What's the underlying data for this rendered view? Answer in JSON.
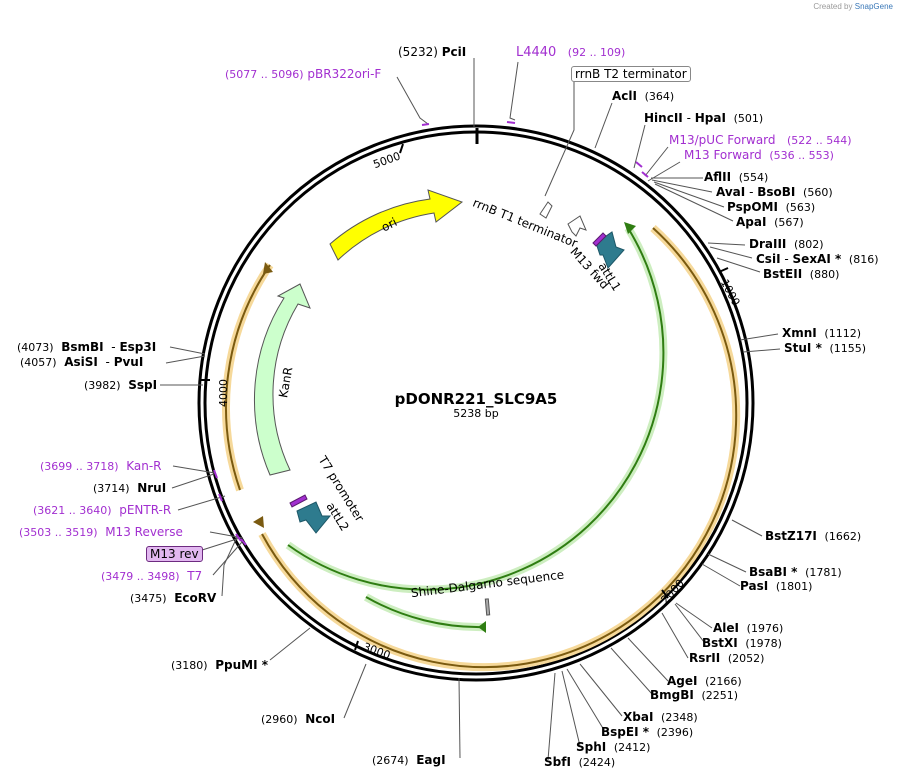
{
  "credit": {
    "prefix": "Created by",
    "brand": "SnapGene"
  },
  "plasmid": {
    "name": "pDONR221_SLC9A5",
    "size": "5238 bp",
    "length_bp": 5238
  },
  "ticks": [
    "1000",
    "2000",
    "3000",
    "4000",
    "5000"
  ],
  "colors": {
    "feature_purple": "#a22fd0",
    "ori_yellow": "#ffff00",
    "kanr_green": "#ccffcc",
    "attl_teal": "#2e7b8e",
    "orange_band": "#f5d08a",
    "green_band": "#6fbf3a"
  },
  "features": [
    {
      "name": "ori",
      "kind": "arrow",
      "color": "#ffff00"
    },
    {
      "name": "KanR",
      "kind": "arrow",
      "color": "#ccffcc"
    },
    {
      "name": "attL1",
      "kind": "arrow",
      "color": "#2e7b8e"
    },
    {
      "name": "attL2",
      "kind": "arrow",
      "color": "#2e7b8e"
    },
    {
      "name": "rrnB T1 terminator",
      "kind": "terminator"
    },
    {
      "name": "rrnB T2 terminator",
      "kind": "terminator"
    },
    {
      "name": "M13 fwd",
      "kind": "primer"
    },
    {
      "name": "T7 promoter",
      "kind": "promoter"
    },
    {
      "name": "Shine-Dalgarno sequence",
      "kind": "rbs"
    }
  ],
  "labels": {
    "pcil": {
      "pos": "(5232)",
      "name": "PciI"
    },
    "l4440": {
      "name": "L4440",
      "pos": "(92 .. 109)"
    },
    "pbr322": {
      "pos": "(5077 .. 5096)",
      "name": "pBR322ori-F"
    },
    "rrnb_t2": {
      "name": "rrnB T2 terminator"
    },
    "acli": {
      "name": "AclI",
      "pos": "(364)"
    },
    "hincii": {
      "name": "HincII",
      "sep": "-",
      "name2": "HpaI",
      "pos": "(501)"
    },
    "m13puc": {
      "name": "M13/pUC Forward",
      "pos": "(522 .. 544)"
    },
    "m13fwd": {
      "name": "M13 Forward",
      "pos": "(536 .. 553)"
    },
    "aflii": {
      "name": "AflII",
      "pos": "(554)"
    },
    "avai": {
      "name": "AvaI",
      "sep": "-",
      "name2": "BsoBI",
      "pos": "(560)"
    },
    "pspomi": {
      "name": "PspOMI",
      "pos": "(563)"
    },
    "apai": {
      "name": "ApaI",
      "pos": "(567)"
    },
    "draiii": {
      "name": "DraIII",
      "pos": "(802)"
    },
    "csii": {
      "name": "CsiI",
      "sep": "-",
      "name2": "SexAI *",
      "pos": "(816)"
    },
    "bsteii": {
      "name": "BstEII",
      "pos": "(880)"
    },
    "xmni": {
      "name": "XmnI",
      "pos": "(1112)"
    },
    "stui": {
      "name": "StuI *",
      "pos": "(1155)"
    },
    "bstz17i": {
      "name": "BstZ17I",
      "pos": "(1662)"
    },
    "bsabi": {
      "name": "BsaBI *",
      "pos": "(1781)"
    },
    "pasi": {
      "name": "PasI",
      "pos": "(1801)"
    },
    "alei": {
      "name": "AleI",
      "pos": "(1976)"
    },
    "bstxi": {
      "name": "BstXI",
      "pos": "(1978)"
    },
    "rsrii": {
      "name": "RsrII",
      "pos": "(2052)"
    },
    "agei": {
      "name": "AgeI",
      "pos": "(2166)"
    },
    "bmgbi": {
      "name": "BmgBI",
      "pos": "(2251)"
    },
    "xbai": {
      "name": "XbaI",
      "pos": "(2348)"
    },
    "bspei": {
      "name": "BspEI *",
      "pos": "(2396)"
    },
    "sphi": {
      "name": "SphI",
      "pos": "(2412)"
    },
    "sbfi": {
      "name": "SbfI",
      "pos": "(2424)"
    },
    "eagi": {
      "pos": "(2674)",
      "name": "EagI"
    },
    "ncoi": {
      "pos": "(2960)",
      "name": "NcoI"
    },
    "ppumi": {
      "pos": "(3180)",
      "name": "PpuMI *"
    },
    "ecorv": {
      "pos": "(3475)",
      "name": "EcoRV"
    },
    "t7": {
      "pos": "(3479 .. 3498)",
      "name": "T7"
    },
    "m13rev": {
      "name": "M13 rev"
    },
    "m13reverse": {
      "pos": "(3503 .. 3519)",
      "name": "M13 Reverse"
    },
    "pentr": {
      "pos": "(3621 .. 3640)",
      "name": "pENTR-R"
    },
    "nrui": {
      "pos": "(3714)",
      "name": "NruI"
    },
    "kanr_primer": {
      "pos": "(3699 .. 3718)",
      "name": "Kan-R"
    },
    "sspi": {
      "pos": "(3982)",
      "name": "SspI"
    },
    "asisi": {
      "pos": "(4057)",
      "name": "AsiSI",
      "sep": "-",
      "name2": "PvuI"
    },
    "bsmbi": {
      "pos": "(4073)",
      "name": "BsmBI",
      "sep": "-",
      "name2": "Esp3I"
    }
  }
}
